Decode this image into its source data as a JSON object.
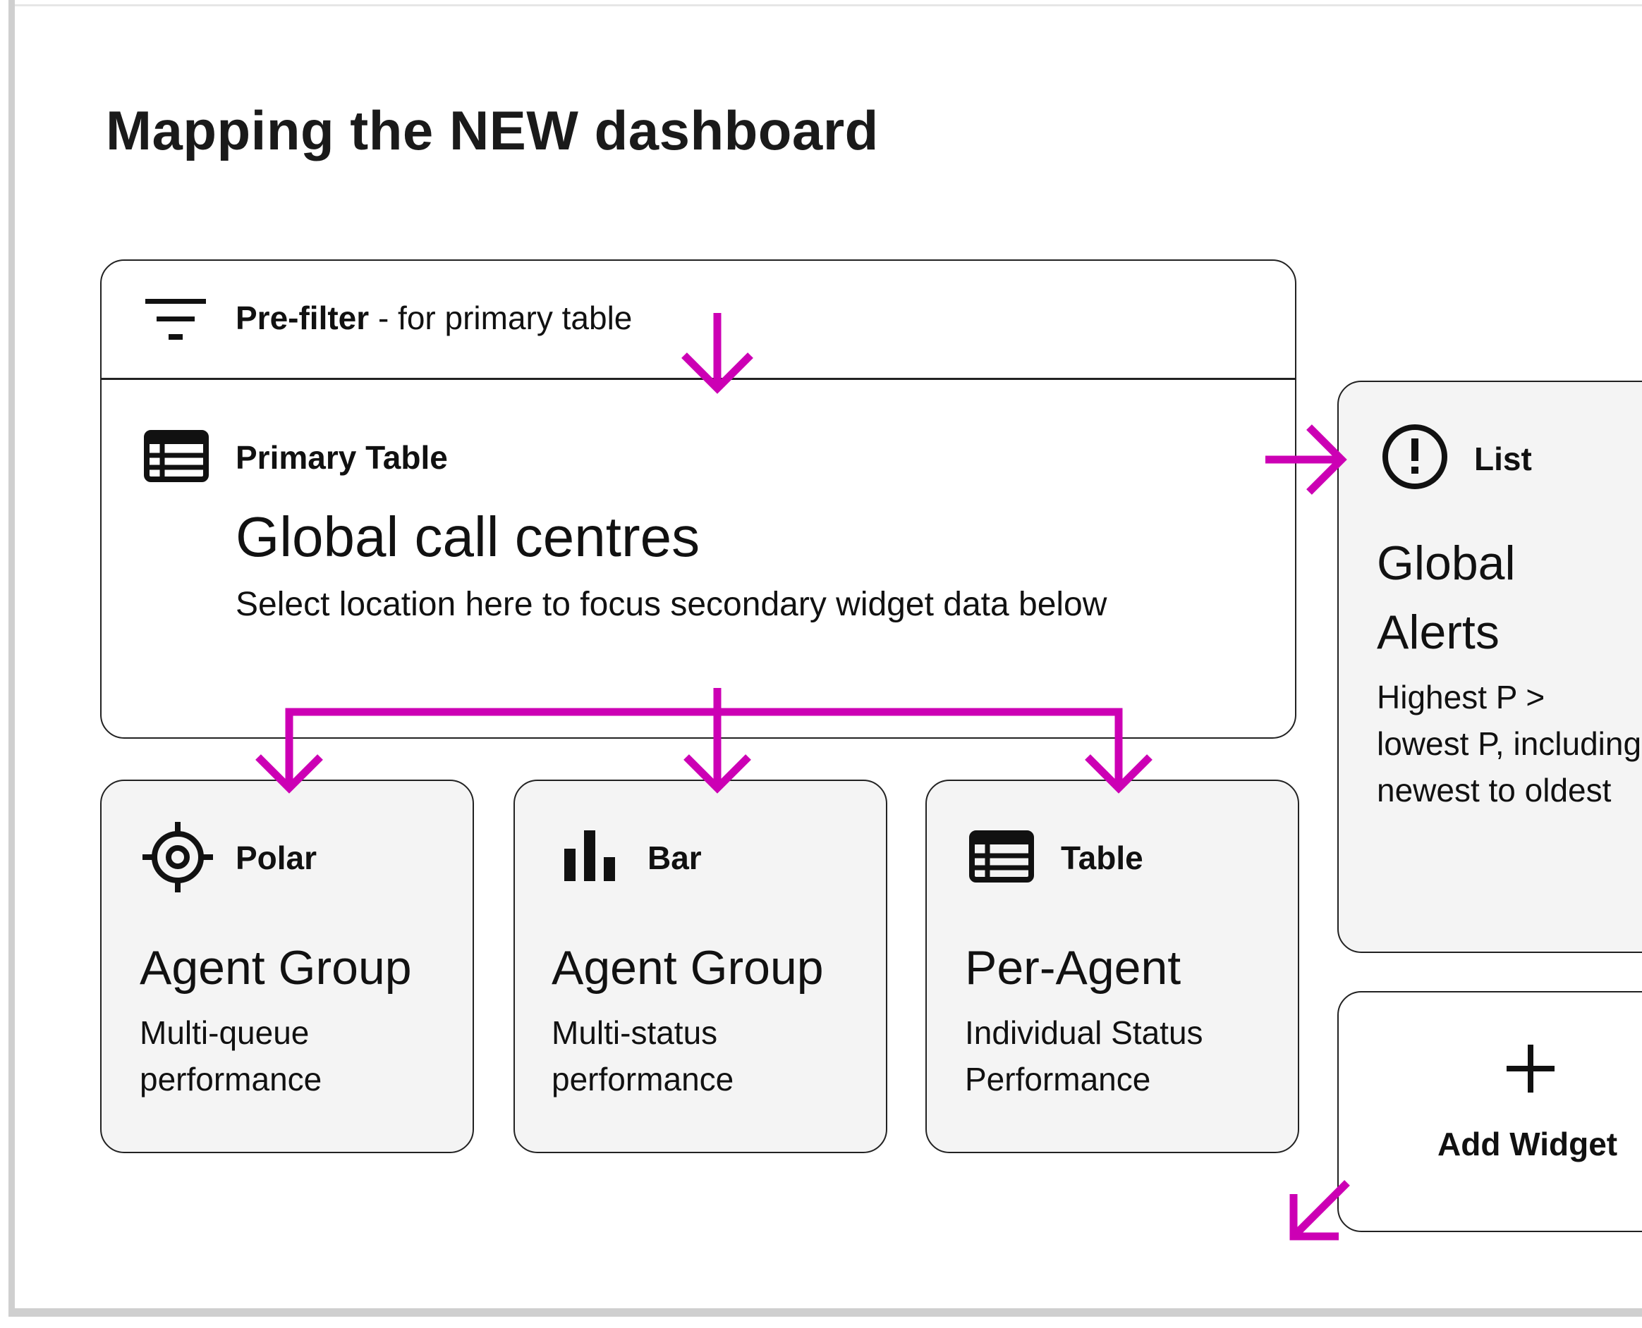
{
  "page": {
    "title": "Mapping the NEW dashboard"
  },
  "prefilter": {
    "label_bold": "Pre-filter",
    "label_rest": " - for primary table",
    "icon": "filter-icon"
  },
  "primary": {
    "type_label": "Primary Table",
    "title": "Global call centres",
    "description": "Select location here to focus secondary widget data below",
    "icon": "table-icon"
  },
  "widgets": [
    {
      "type_label": "Polar",
      "icon": "polar-target-icon",
      "title": "Agent Group",
      "description_lines": [
        "Multi-queue",
        "performance"
      ]
    },
    {
      "type_label": "Bar",
      "icon": "bar-chart-icon",
      "title": "Agent Group",
      "description_lines": [
        "Multi-status",
        "performance"
      ]
    },
    {
      "type_label": "Table",
      "icon": "table-icon",
      "title": "Per-Agent",
      "description_lines": [
        "Individual Status",
        "Performance"
      ]
    }
  ],
  "list_widget": {
    "type_label": "List",
    "icon": "alert-circle-icon",
    "title_lines": [
      "Global",
      "Alerts"
    ],
    "description_lines": [
      "Highest P >",
      "lowest P, including",
      "newest to oldest"
    ]
  },
  "add_widget": {
    "label": "Add Widget",
    "icon": "plus-icon"
  },
  "colors": {
    "arrow": "#cc00b4",
    "card_fill": "#f4f4f4",
    "border": "#222222"
  }
}
